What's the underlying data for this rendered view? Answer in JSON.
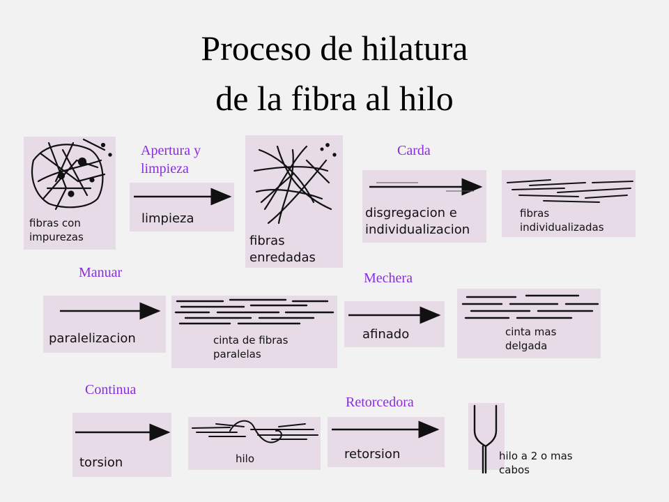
{
  "title_line1": "Proceso de hilatura",
  "title_line2": "de la fibra al hilo",
  "stages": {
    "apertura": "Apertura y\nlimpieza",
    "carda": "Carda",
    "manuar": "Manuar",
    "mechera": "Mechera",
    "continua": "Continua",
    "retorcedora": "Retorcedora"
  },
  "captions": {
    "fibras_impurezas": "fibras con\nimpurezas",
    "limpieza": "limpieza",
    "fibras_enredadas": "fibras\nenredadas",
    "disgregacion": "disgregacion e\nindividualizacion",
    "fibras_individualizadas": "fibras\nindividualizadas",
    "paralelizacion": "paralelizacion",
    "cinta_paralelas": "cinta de fibras\nparalelas",
    "afinado": "afinado",
    "cinta_delgada": "cinta mas\ndelgada",
    "torsion": "torsion",
    "hilo": "hilo",
    "retorsion": "retorsion",
    "hilo_cabos": "hilo a 2 o mas\ncabos"
  },
  "colors": {
    "stage_label": "#8a2be2",
    "panel": "#e6dbe6",
    "background": "#f2f2f2"
  }
}
